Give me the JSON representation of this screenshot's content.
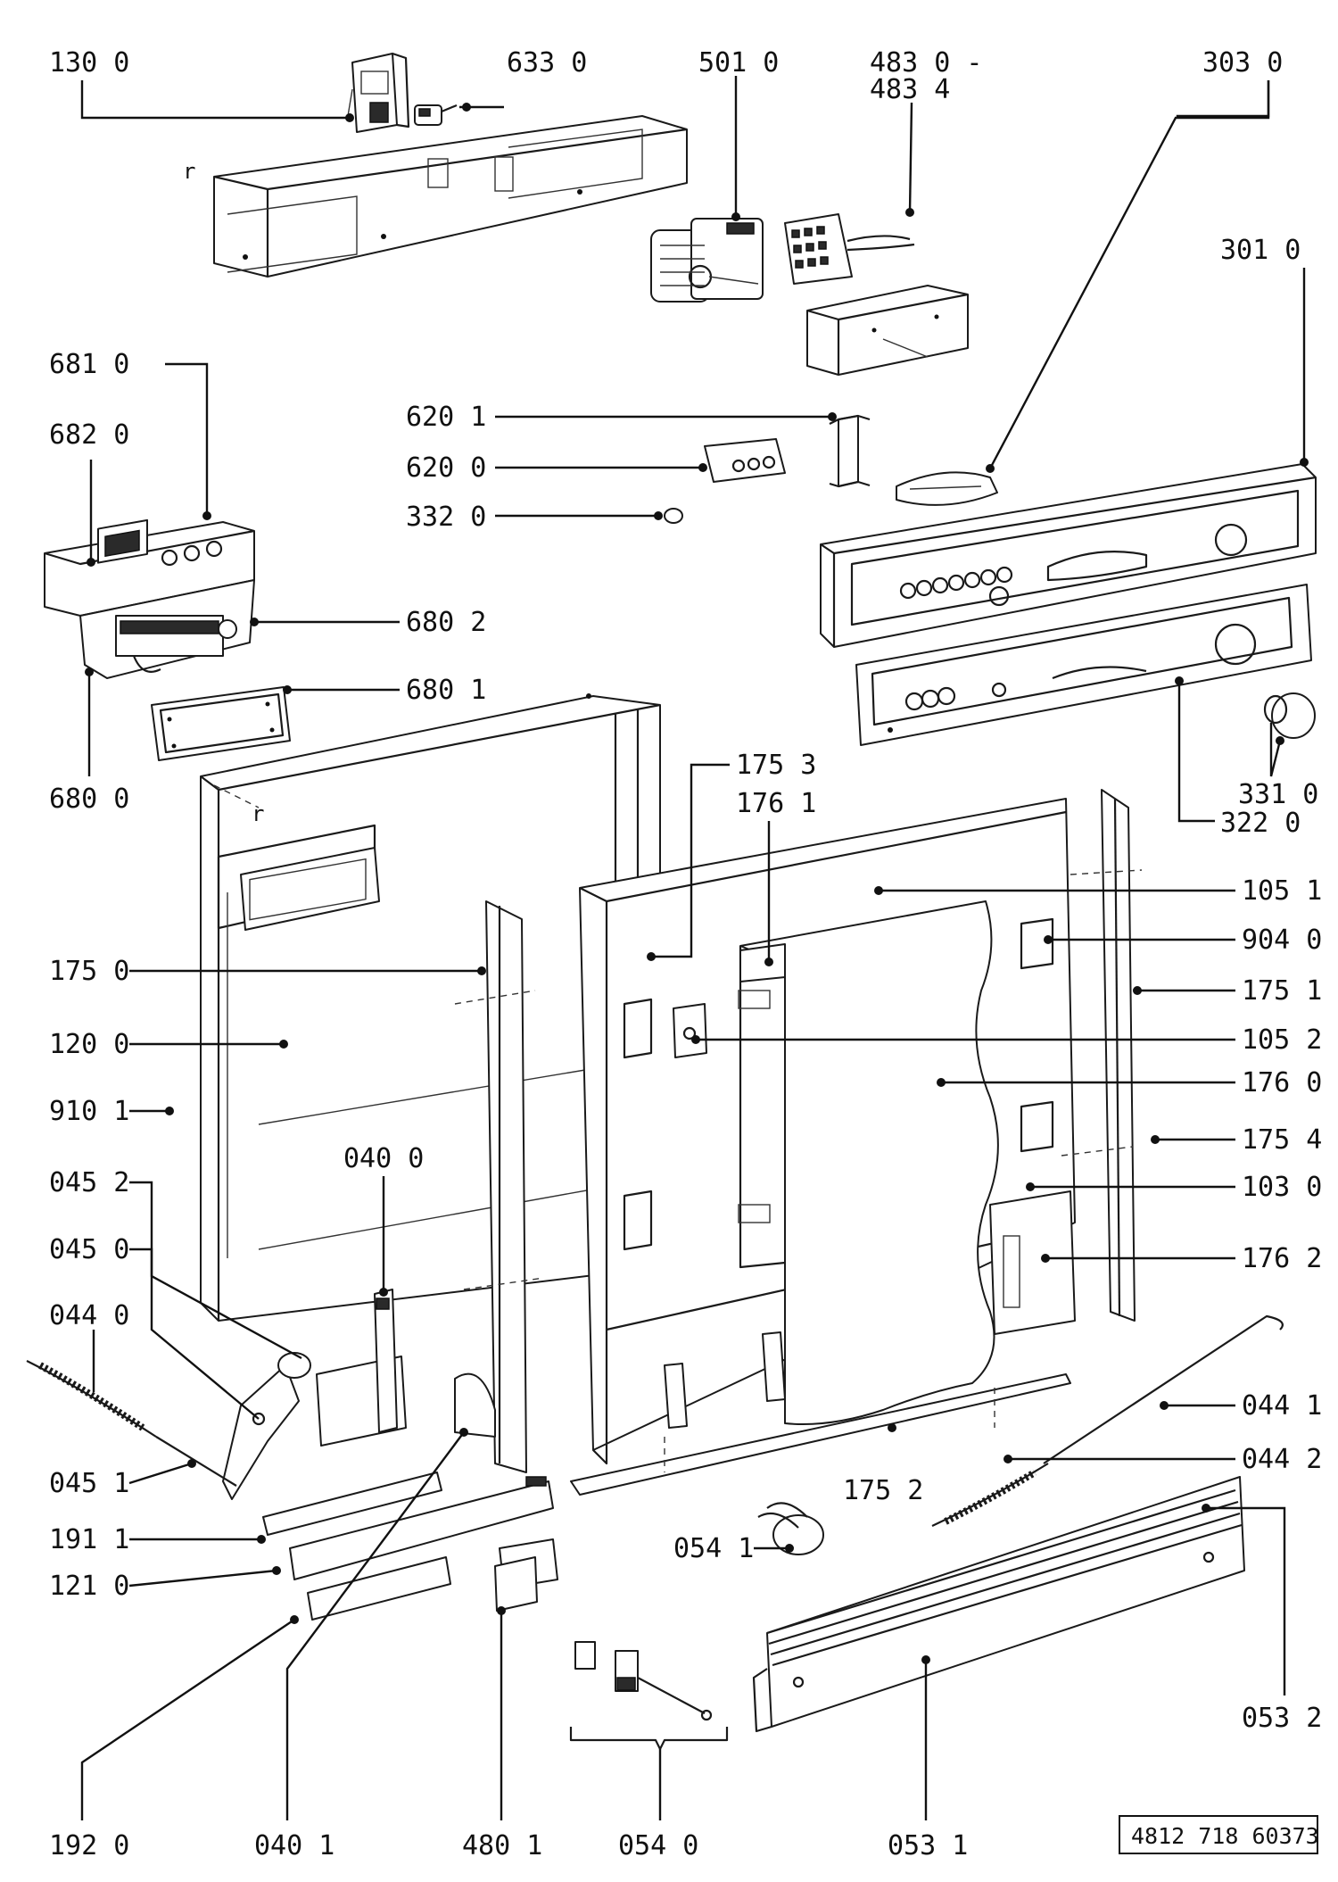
{
  "reference": "4812 718 60373",
  "labels": {
    "l1300": "130 0",
    "l6330": "633 0",
    "l5010": "501 0",
    "l4830": "483 0 -",
    "l4834": "483 4",
    "l3030": "303 0",
    "l3010": "301 0",
    "l6810": "681 0",
    "l6820": "682 0",
    "l6201": "620 1",
    "l6200": "620 0",
    "l3320": "332 0",
    "l6802": "680 2",
    "l6801": "680 1",
    "l6800": "680 0",
    "l1753": "175 3",
    "l1761": "176 1",
    "l3310": "331 0",
    "l3220": "322 0",
    "l1051": "105 1",
    "l9040": "904 0",
    "l1750": "175 0",
    "l1751": "175 1",
    "l1200": "120 0",
    "l1052": "105 2",
    "l1760": "176 0",
    "l9101": "910 1",
    "l1754": "175 4",
    "l0400": "040 0",
    "l0452": "045 2",
    "l1030": "103 0",
    "l0450": "045 0",
    "l1762": "176 2",
    "l0440": "044 0",
    "l0441": "044 1",
    "l0442": "044 2",
    "l0451": "045 1",
    "l1752": "175 2",
    "l1911": "191 1",
    "l0541": "054 1",
    "l1210": "121 0",
    "l0532": "053 2",
    "l1920": "192 0",
    "l0401": "040 1",
    "l4801": "480 1",
    "l0540": "054 0",
    "l0531": "053 1"
  }
}
